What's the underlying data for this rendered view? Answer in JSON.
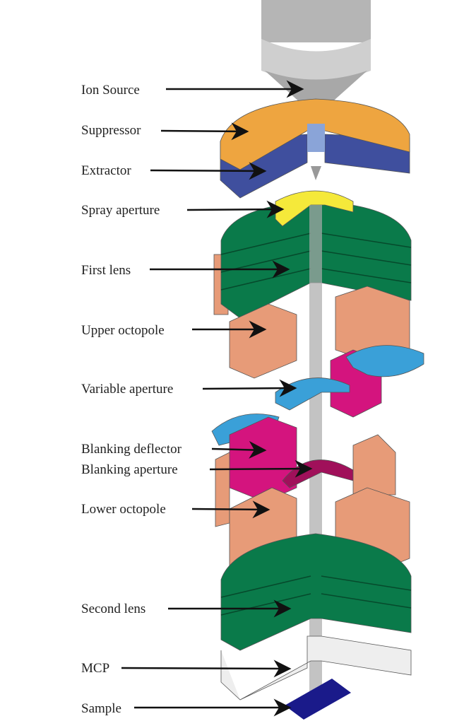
{
  "labels": [
    {
      "text": "Ion Source"
    },
    {
      "text": "Suppressor"
    },
    {
      "text": "Extractor"
    },
    {
      "text": "Spray aperture"
    },
    {
      "text": "First lens"
    },
    {
      "text": "Upper octopole"
    },
    {
      "text": "Variable aperture"
    },
    {
      "text": "Blanking deflector"
    },
    {
      "text": "Blanking aperture"
    },
    {
      "text": "Lower octopole"
    },
    {
      "text": "Second lens"
    },
    {
      "text": "MCP"
    },
    {
      "text": "Sample"
    }
  ],
  "colors": {
    "ion_source": "#b8b8b8",
    "suppressor": "#eea540",
    "extractor": "#3f4f9e",
    "spray_aperture": "#f5e93a",
    "lens": "#0a7a4a",
    "octopole": "#e79b78",
    "variable_aperture": "#3aa0d8",
    "blanking_deflector": "#d4147e",
    "blanking_aperture": "#a0105a",
    "mcp": "#eeeeee",
    "sample": "#1a1a8a"
  }
}
